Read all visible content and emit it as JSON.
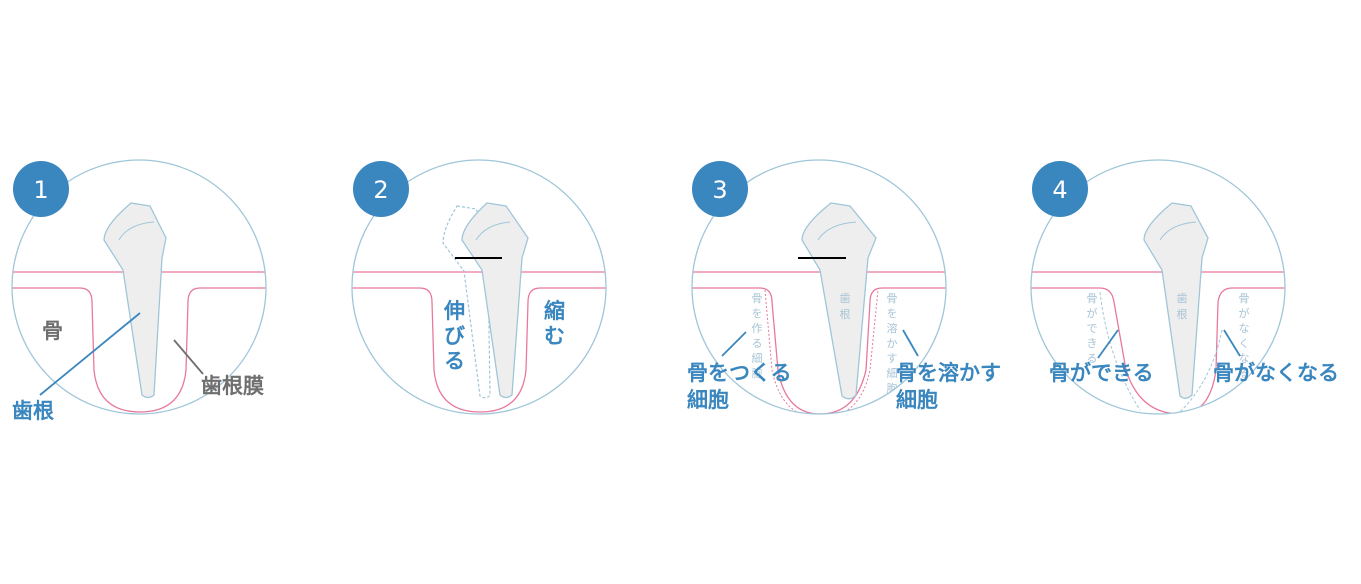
{
  "colors": {
    "circle": "#9fc6d8",
    "gum": "#e8789c",
    "tooth_fill": "#eeeeee",
    "tooth_stroke": "#9fc6d8",
    "badge": "#3a86bf",
    "label_blue": "#3a86bf",
    "label_gray": "#6f6f6f",
    "arrow": "#000000"
  },
  "panels": [
    {
      "number": "1",
      "labels": {
        "bone": "骨",
        "root": "歯根",
        "ligament": "歯根膜"
      }
    },
    {
      "number": "2",
      "labels": {
        "stretch": "伸びる",
        "shrink": "縮む"
      }
    },
    {
      "number": "3",
      "tooth_text": "歯根",
      "inner_left": "骨を作る細胞",
      "inner_right": "骨を溶かす細胞",
      "labels": {
        "left_line1": "骨をつくる",
        "left_line2": "細胞",
        "right_line1": "骨を溶かす",
        "right_line2": "細胞"
      }
    },
    {
      "number": "4",
      "tooth_text": "歯根",
      "inner_left": "骨ができる",
      "inner_right": "骨がなくなる",
      "labels": {
        "left": "骨ができる",
        "right": "骨がなくなる"
      }
    }
  ]
}
